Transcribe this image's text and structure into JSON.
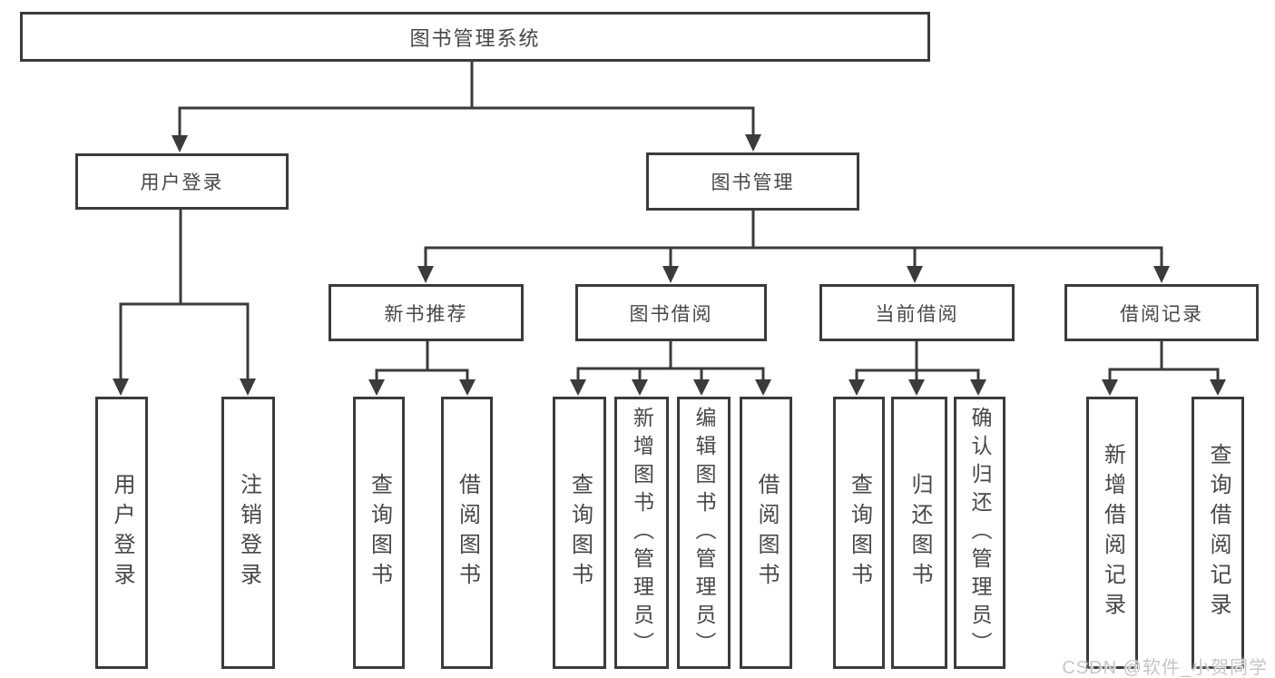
{
  "tree": {
    "root": {
      "label": "图书管理系统",
      "children": [
        {
          "label": "用户登录",
          "children": [
            {
              "label": "用户登录"
            },
            {
              "label": "注销登录"
            }
          ]
        },
        {
          "label": "图书管理",
          "children": [
            {
              "label": "新书推荐",
              "children": [
                {
                  "label": "查询图书"
                },
                {
                  "label": "借阅图书"
                }
              ]
            },
            {
              "label": "图书借阅",
              "children": [
                {
                  "label": "查询图书"
                },
                {
                  "label": "新增图书（管理员）"
                },
                {
                  "label": "编辑图书（管理员）"
                },
                {
                  "label": "借阅图书"
                }
              ]
            },
            {
              "label": "当前借阅",
              "children": [
                {
                  "label": "查询图书"
                },
                {
                  "label": "归还图书"
                },
                {
                  "label": "确认归还（管理员）"
                }
              ]
            },
            {
              "label": "借阅记录",
              "children": [
                {
                  "label": "新增借阅记录"
                },
                {
                  "label": "查询借阅记录"
                }
              ]
            }
          ]
        }
      ]
    }
  },
  "watermark": {
    "text": "CSDN @软件_小贺同学"
  },
  "colors": {
    "line": "#3b3b3b",
    "text": "#474747",
    "background": "#ffffff",
    "watermark": "#c6c6c6"
  }
}
